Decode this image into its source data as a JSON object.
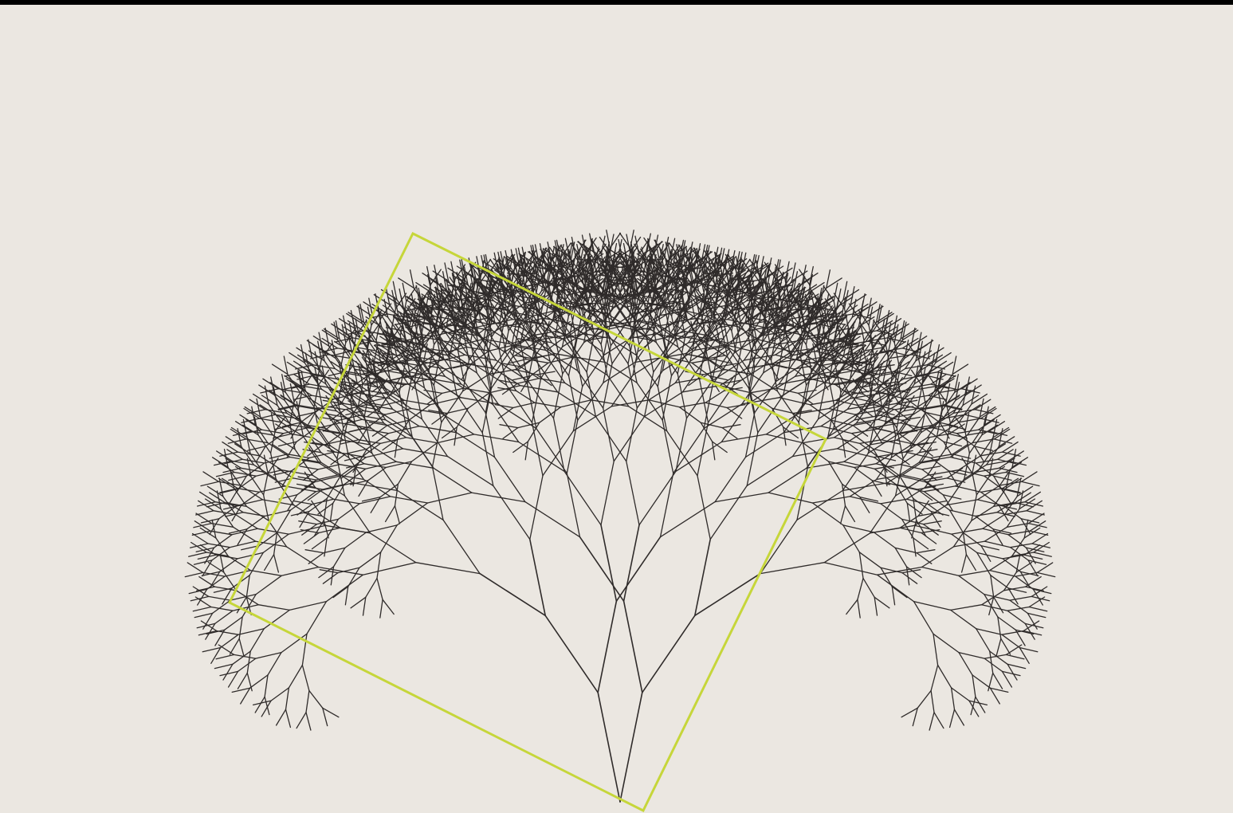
{
  "scene": {
    "subject": "fractal-branching-tree",
    "background_color": "#ebe7e1",
    "frame_color": "#000000",
    "branch_color": "#2f2b2a",
    "highlight_color": "#c6d63a",
    "branching_factor": 2,
    "depth_levels": 11,
    "highlight_shape": "rotated-square"
  }
}
